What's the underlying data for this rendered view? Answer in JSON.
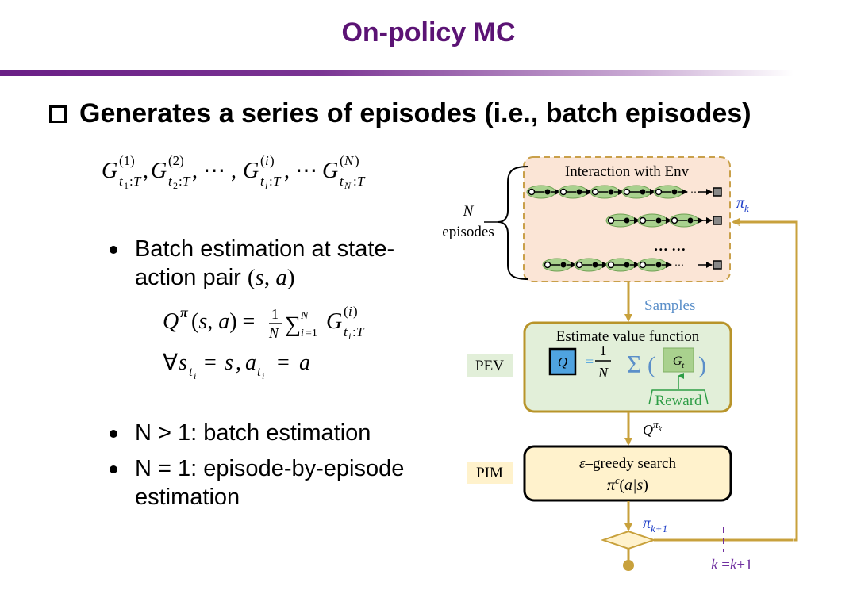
{
  "header": {
    "title": "On-policy MC",
    "heading": "Generates a series of episodes (i.e., batch episodes)"
  },
  "left": {
    "returns_sequence": "G_{t_1:T}^{(1)}, G_{t_2:T}^{(2)}, ⋯ , G_{t_i:T}^{(i)}, ⋯ G_{t_N:T}^{(N)}",
    "bullet1_line1": "Batch estimation at state-",
    "bullet1_line2": "action pair",
    "pair": "(s, a)",
    "formula_q": "Q^π(s, a) = 1/N Σ_{i=1}^{N} G_{t_i:T}^{(i)}",
    "formula_forall": "∀s_{t_i} = s, a_{t_i} = a",
    "bullet2": "N > 1: batch estimation",
    "bullet3_line1": "N = 1: episode-by-episode",
    "bullet3_line2": "estimation"
  },
  "diagram": {
    "interaction_label": "Interaction with Env",
    "n_label": "N",
    "episodes_label": "episodes",
    "ellipsis": "… …",
    "samples_label": "Samples",
    "estimate_label": "Estimate value function",
    "q_box": "Q",
    "frac_num": "1",
    "frac_den": "N",
    "sigma": "Σ",
    "g_box": "G",
    "g_sub": "t",
    "reward_label": "Reward",
    "pev_label": "PEV",
    "pim_label": "PIM",
    "q_pik_label": "Q",
    "q_pik_sup": "π",
    "q_pik_sup2": "k",
    "greedy_label": "ε–greedy search",
    "pi_eps": "π^ϵ(a|s)",
    "pi_k": "π",
    "pi_k_sub": "k",
    "pi_k1": "π",
    "pi_k1_sub": "k+1",
    "k_update": "k =k+1"
  },
  "colors": {
    "title": "#5b1374",
    "interaction_bg": "#fbe5d6",
    "interaction_border": "#c9a04a",
    "pev_bg": "#e2efd9",
    "pev_border": "#b8942a",
    "pim_bg": "#fff2cc",
    "flow_arrow": "#c8a13c",
    "episode_green": "#a9d18e",
    "q_blue": "#4fa3e0",
    "reward_green": "#2e9d46",
    "samples_blue": "#5b8fc9",
    "pi_blue": "#1f3fc8",
    "k_purple": "#7030a0"
  }
}
